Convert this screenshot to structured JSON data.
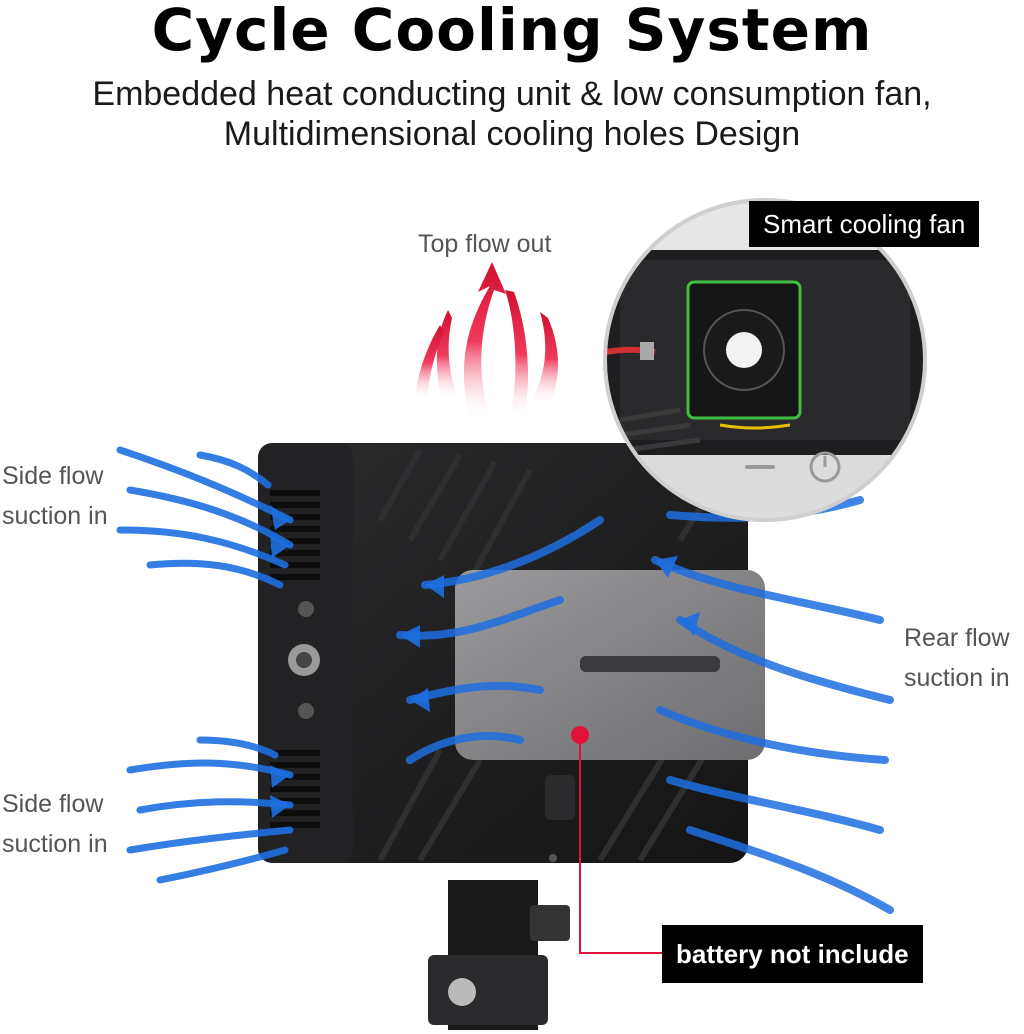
{
  "header": {
    "title": "Cycle Cooling System",
    "subtitle_line1": "Embedded heat conducting unit & low consumption fan,",
    "subtitle_line2": "Multidimensional cooling holes Design"
  },
  "labels": {
    "top_flow": "Top flow out",
    "side_flow_upper": [
      "Side flow",
      "suction in"
    ],
    "side_flow_lower": [
      "Side flow",
      "suction in"
    ],
    "rear_flow": [
      "Rear flow",
      "suction in"
    ],
    "fan_callout": "Smart cooling fan",
    "battery_callout": "battery not include"
  },
  "colors": {
    "airflow_in": "#1e6fe0",
    "airflow_out": "#e0123c",
    "device_body": "#1c1c1e",
    "callout_bg": "#000000",
    "callout_line": "#e0123c"
  }
}
